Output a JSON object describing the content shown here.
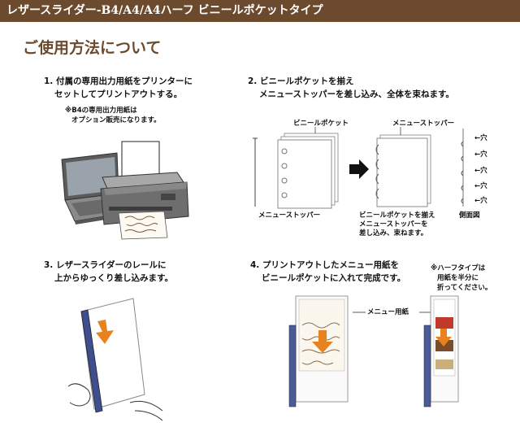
{
  "header": {
    "title": "レザースライダー-B4/A4/A4ハーフ ビニールポケットタイプ"
  },
  "page_title": "ご使用方法について",
  "step1": {
    "line1": "1. 付属の専用出力用紙をプリンターに",
    "line2": "セットしてプリントアウトする。",
    "note_line1": "※B4の専用出力用紙は",
    "note_line2": "オプション販売になります。"
  },
  "step2": {
    "line1": "2. ビニールポケットを揃え",
    "line2": "メニューストッパーを差し込み、全体を束ねます。",
    "label_vinyl_pocket": "ビニールポケット",
    "label_menu_stopper_top": "メニューストッパー",
    "label_menu_stopper_bottom": "メニューストッパー",
    "caption_line1": "ビニールポケットを揃え",
    "caption_line2": "メニューストッパーを",
    "caption_line3": "差し込み、束ねます。",
    "hole_label": "←穴",
    "side_view": "側面図"
  },
  "step3": {
    "line1": "3. レザースライダーのレールに",
    "line2": "上からゆっくり差し込みます。"
  },
  "step4": {
    "line1": "4. プリントアウトしたメニュー用紙を",
    "line2": "ビニールポケットに入れて完成です。",
    "note_line1": "※ハーフタイプは",
    "note_line2": "用紙を半分に",
    "note_line3": "折ってください。",
    "label_menu_paper": "メニュー用紙"
  }
}
